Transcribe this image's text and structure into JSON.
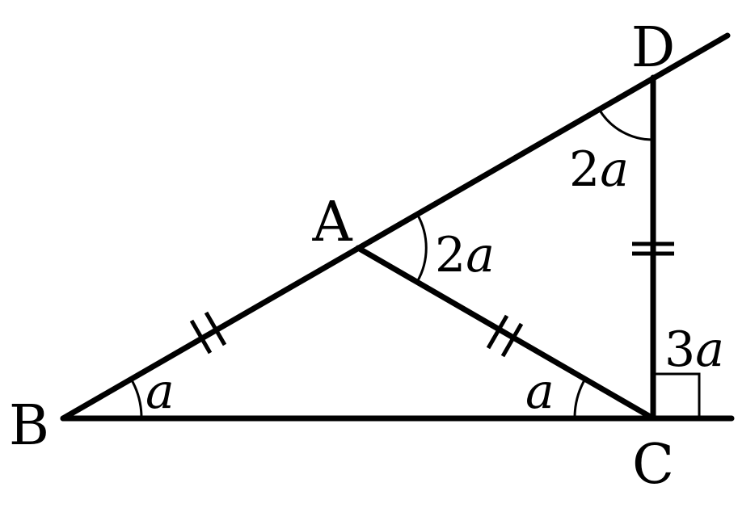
{
  "vertices": {
    "A": "A",
    "B": "B",
    "C": "C",
    "D": "D"
  },
  "angles": {
    "B": {
      "coef": "",
      "var": "a"
    },
    "C_inner": {
      "coef": "",
      "var": "a"
    },
    "A_exterior": {
      "coef": "2",
      "var": "a"
    },
    "D": {
      "coef": "2",
      "var": "a"
    },
    "C_right": {
      "coef": "3",
      "var": "a"
    }
  }
}
